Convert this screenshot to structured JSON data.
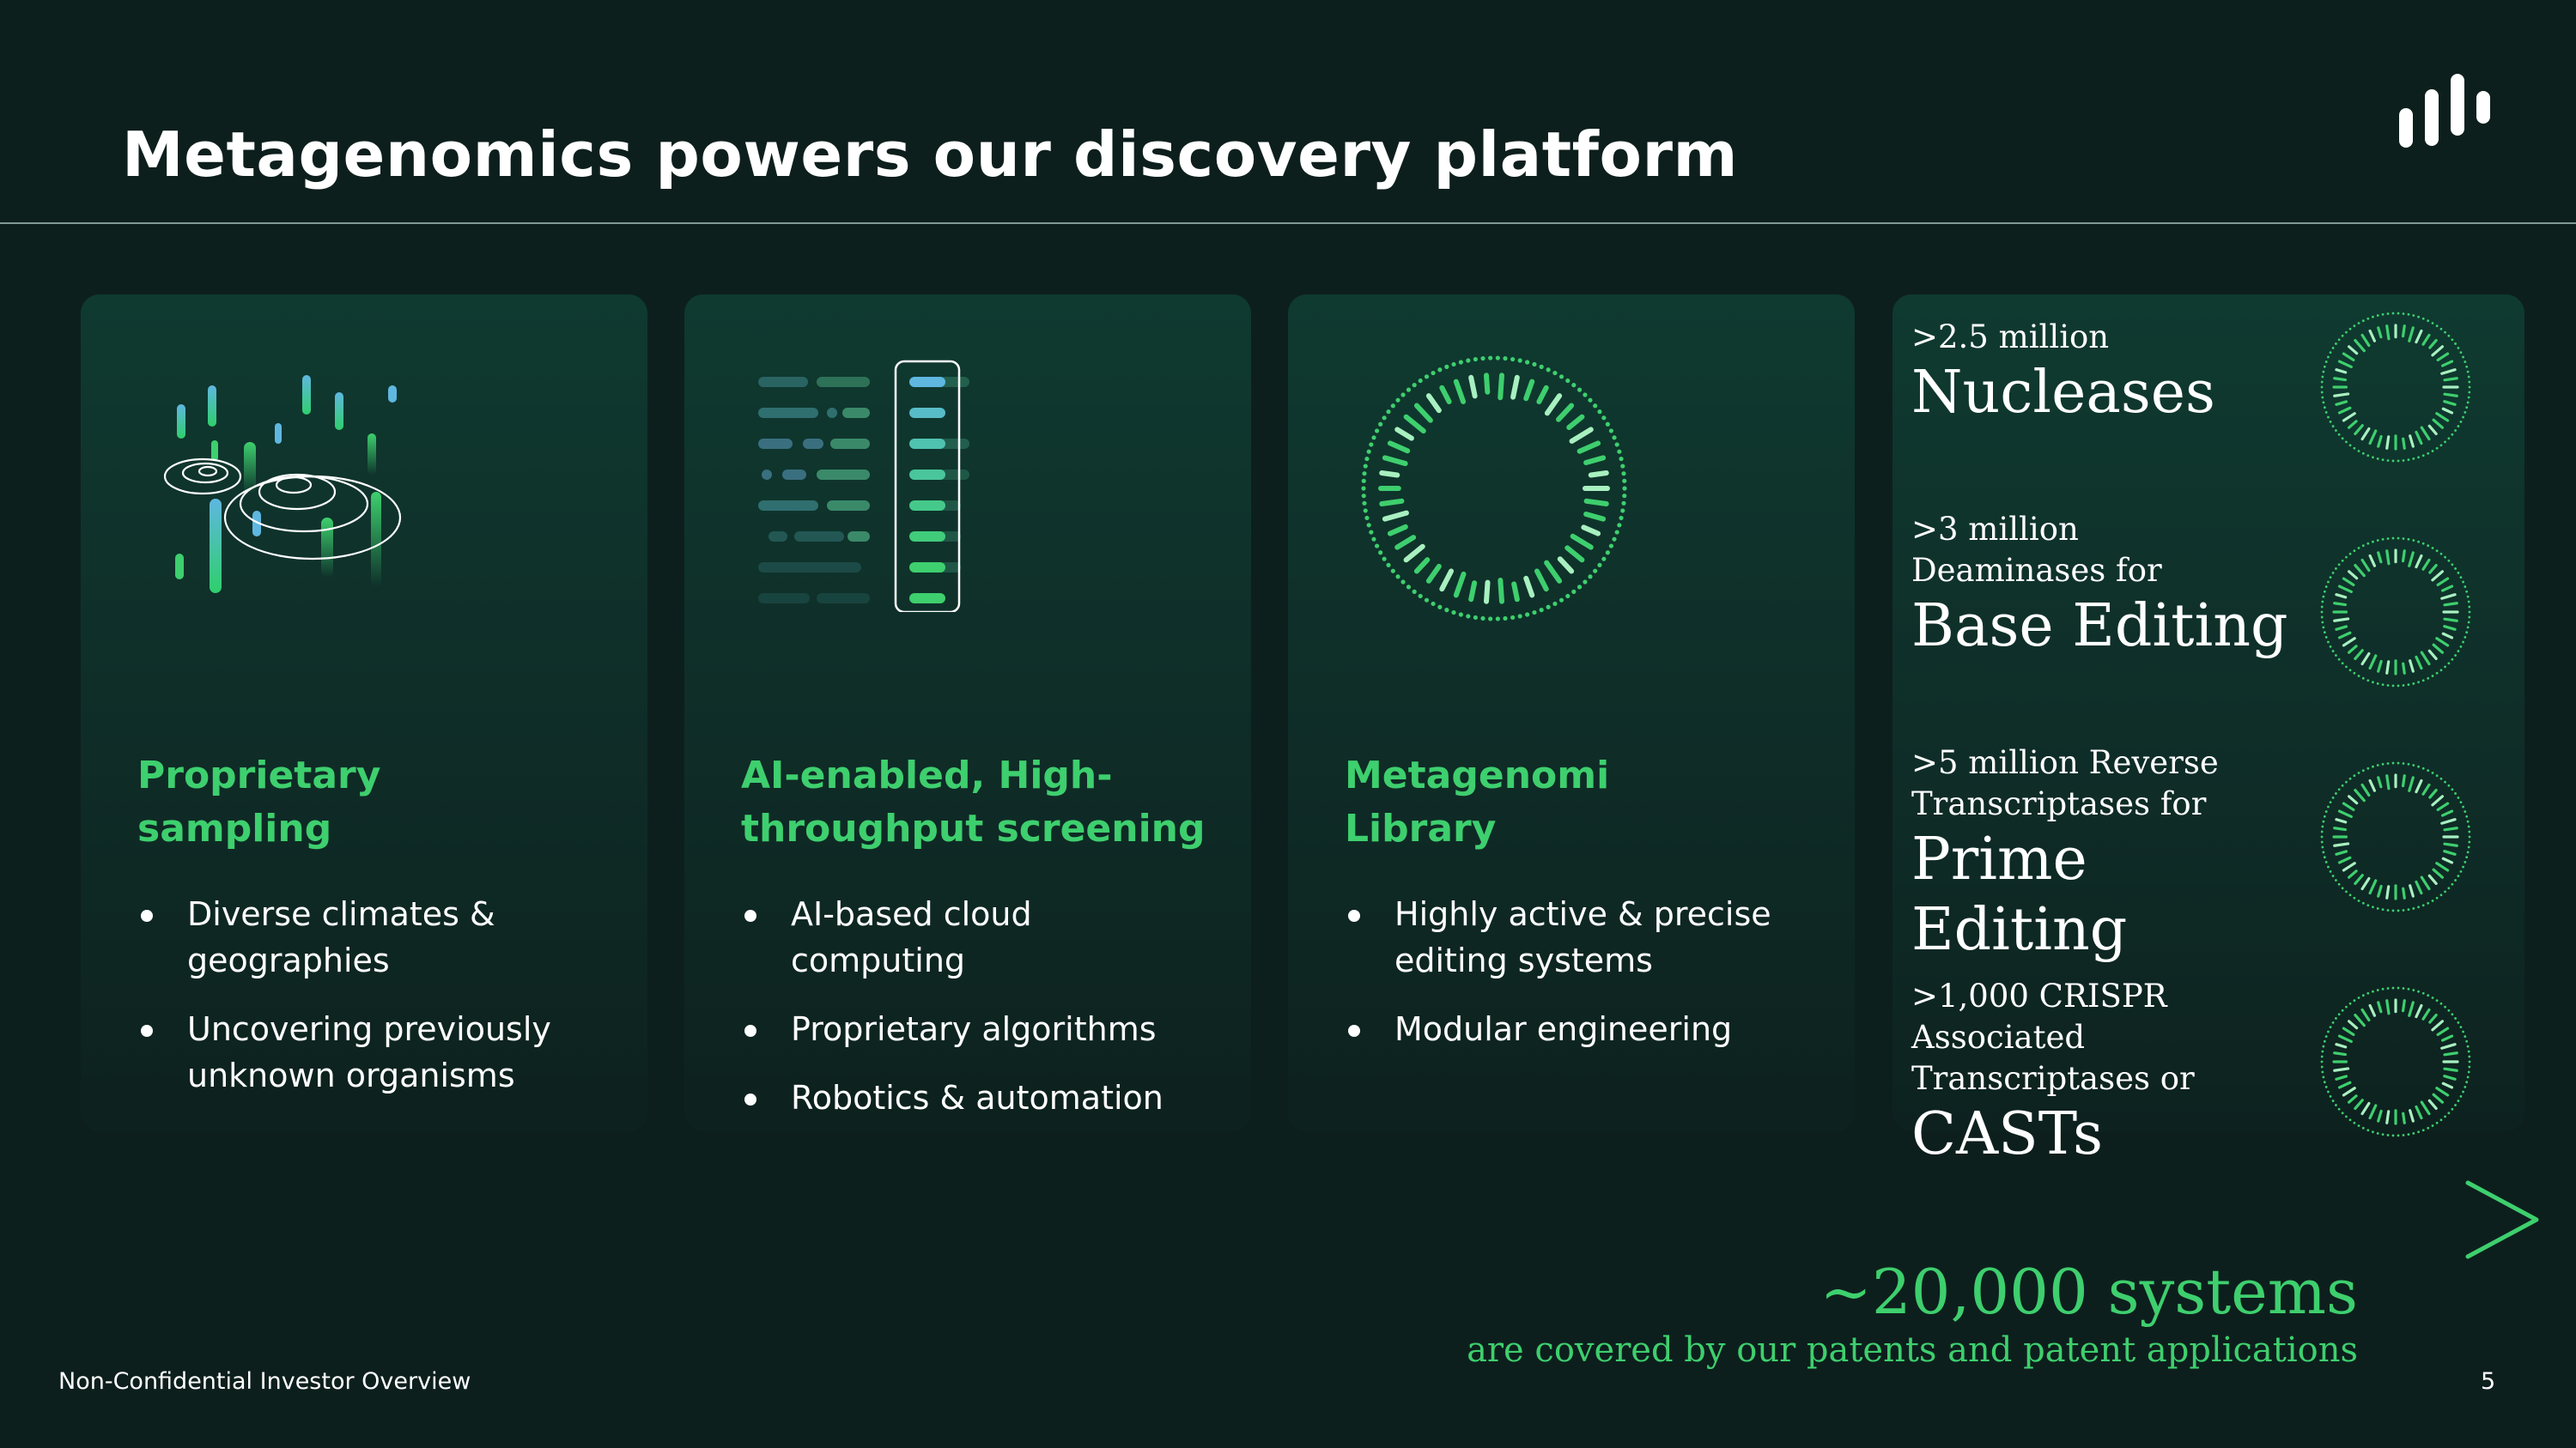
{
  "title": "Metagenomics powers our discovery platform",
  "colors": {
    "background": "#0d1f1d",
    "accent": "#3ecf6e",
    "blue_accent": "#4fa6d8"
  },
  "cards": [
    {
      "heading_lines": [
        "Proprietary",
        "sampling"
      ],
      "bullets": [
        "Diverse climates & geographies",
        "Uncovering previously unknown organisms"
      ],
      "icon": "sampling-illustration"
    },
    {
      "heading_lines": [
        "AI-enabled, High-",
        "throughput screening"
      ],
      "bullets": [
        "AI-based cloud computing",
        "Proprietary algorithms",
        "Robotics & automation"
      ],
      "icon": "screening-illustration"
    },
    {
      "heading_lines": [
        "Metagenomi",
        "Library"
      ],
      "bullets": [
        "Highly active & precise editing systems",
        "Modular engineering"
      ],
      "icon": "library-ring-illustration"
    }
  ],
  "systems": [
    {
      "small": [
        ">2.5 million"
      ],
      "big": "Nucleases"
    },
    {
      "small": [
        ">3 million",
        "Deaminases for"
      ],
      "big": "Base Editing"
    },
    {
      "small": [
        ">5 million Reverse",
        "Transcriptases for"
      ],
      "big": "Prime Editing"
    },
    {
      "small": [
        ">1,000 CRISPR Associated",
        "Transcriptases or"
      ],
      "big": "CASTs"
    }
  ],
  "total": {
    "number": "~20,000 systems",
    "subtitle": "are covered by our patents and patent applications"
  },
  "footer": {
    "left": "Non-Confidential Investor Overview",
    "page": "5"
  }
}
